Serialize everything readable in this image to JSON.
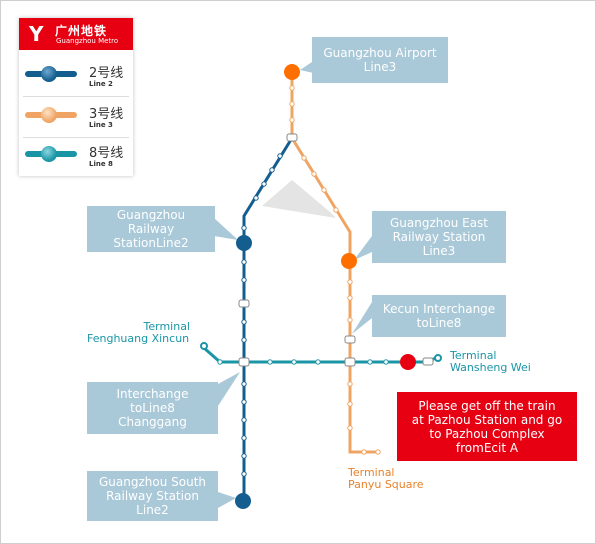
{
  "colors": {
    "line2": "#135e8f",
    "line3": "#f0a463",
    "line8": "#1a95a6",
    "callout_bg": "#a9c8d8",
    "alert_bg": "#e60012",
    "highlight_orange": "#ff6f00"
  },
  "legend": {
    "logo_mark": "Y",
    "logo_cn": "广州地铁",
    "logo_en": "Guangzhou Metro",
    "items": [
      {
        "cn": "2号线",
        "en": "Line 2"
      },
      {
        "cn": "3号线",
        "en": "Line 3"
      },
      {
        "cn": "8号线",
        "en": "Line 8"
      }
    ]
  },
  "callouts": {
    "airport": [
      "Guangzhou Airport",
      "Line3"
    ],
    "railway": [
      "Guangzhou Railway",
      "StationLine2"
    ],
    "east": [
      "Guangzhou East",
      "Railway Station",
      "Line3"
    ],
    "kecun": [
      "Kecun Interchange",
      "toLine8"
    ],
    "changgang": [
      "Interchange toLine8",
      "Changgang"
    ],
    "south": [
      "Guangzhou South",
      "Railway Station",
      "Line2"
    ]
  },
  "alert": [
    "Please get off the train",
    "at Pazhou Station and go",
    "to Pazhou Complex",
    "fromEcit A"
  ],
  "terminals": {
    "fenghuang": [
      "Terminal",
      "Fenghuang Xincun"
    ],
    "wansheng": [
      "Terminal",
      "Wansheng Wei"
    ],
    "panyu": [
      "Terminal",
      "Panyu Square"
    ]
  }
}
